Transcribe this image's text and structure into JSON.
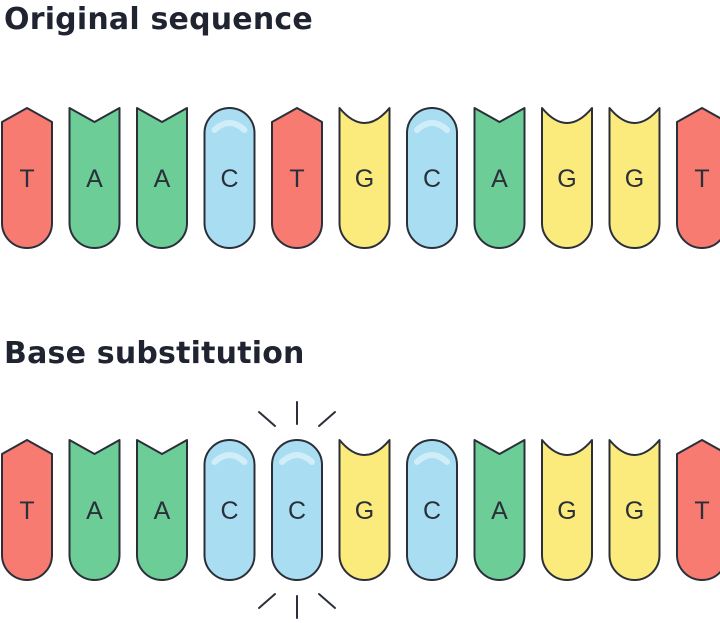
{
  "sections": [
    {
      "title": "Original sequence",
      "bases": [
        "T",
        "A",
        "A",
        "C",
        "T",
        "G",
        "C",
        "A",
        "G",
        "G",
        "T"
      ]
    },
    {
      "title": "Base substitution",
      "bases": [
        "T",
        "A",
        "A",
        "C",
        "C",
        "G",
        "C",
        "A",
        "G",
        "G",
        "T"
      ],
      "highlighted_index": 4
    }
  ],
  "colors": {
    "T": "#f87b71",
    "A": "#6ccd97",
    "C": "#a9def2",
    "G": "#fbea7c",
    "outline": "#2a2f3a"
  }
}
